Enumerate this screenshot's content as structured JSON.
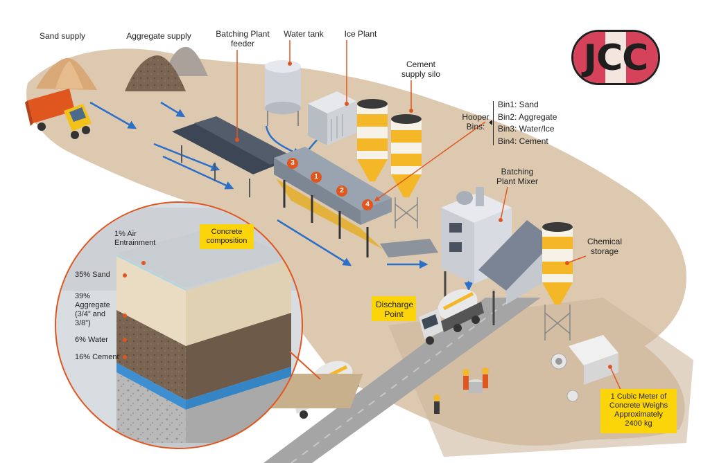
{
  "labels": {
    "sand_supply": "Sand supply",
    "aggregate_supply": "Aggregate supply",
    "batching_plant_feeder": [
      "Batching Plant",
      "feeder"
    ],
    "water_tank": "Water tank",
    "ice_plant": "Ice Plant",
    "cement_supply_silo": [
      "Cement",
      "supply silo"
    ],
    "hooper_bins": [
      "Hooper",
      "Bins:"
    ],
    "batching_plant_mixer": [
      "Batching",
      "Plant Mixer"
    ],
    "chemical_storage": [
      "Chemical",
      "storage"
    ],
    "discharge_point": [
      "Discharge",
      "Point"
    ],
    "concrete_composition": [
      "Concrete",
      "composition"
    ],
    "cubic_meter": [
      "1 Cubic Meter of",
      "Concrete Weighs",
      "Approximately",
      "2400 kg"
    ]
  },
  "bins": [
    "Bin1: Sand",
    "Bin2: Aggregate",
    "Bin3: Water/Ice",
    "Bin4: Cement"
  ],
  "bin_badges": [
    "1",
    "2",
    "3",
    "4"
  ],
  "composition": {
    "air": [
      "1% Air",
      "Entrainment"
    ],
    "sand": "35% Sand",
    "aggregate": [
      "39%",
      "Aggregate",
      "(3/4” and",
      "3/8”)"
    ],
    "water": "6% Water",
    "cement": "16% Cement"
  },
  "logo": {
    "text": "JCC",
    "colors": {
      "red": "#d6425a",
      "cream": "#f3e6de",
      "dark": "#1e1e1e"
    }
  },
  "colors": {
    "accent": "#e0561f",
    "highlight": "#fbd40a",
    "flow_arrow": "#2a6fc9",
    "ground": "#dcc9b0"
  },
  "icons": [
    "sand-pile-icon",
    "aggregate-pile-icon",
    "dump-truck-icon",
    "conveyor-belt-icon",
    "water-tank-icon",
    "ice-plant-icon",
    "cement-silo-icon",
    "hopper-bins-icon",
    "mixer-building-icon",
    "chemical-silo-icon",
    "mixer-truck-icon",
    "worker-icon",
    "concrete-pipes-icon",
    "concrete-sample-icon"
  ]
}
